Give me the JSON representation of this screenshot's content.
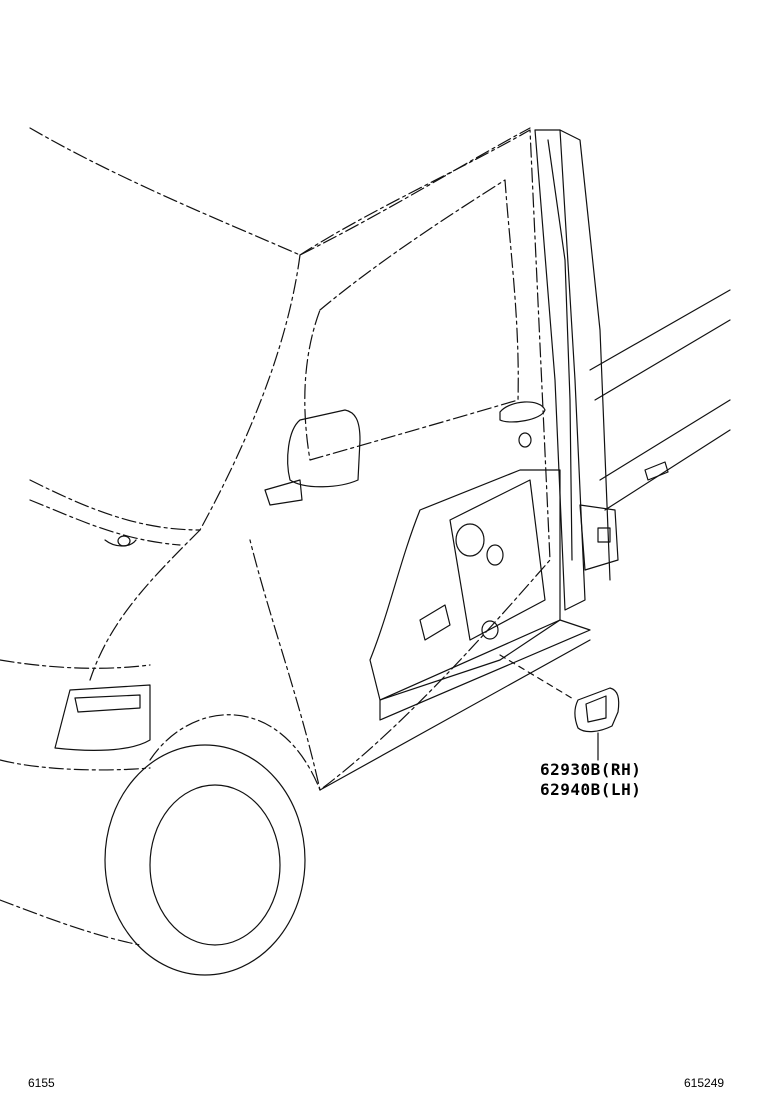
{
  "diagram": {
    "callouts": [
      {
        "part_number": "62930B(RH)"
      },
      {
        "part_number": "62940B(LH)"
      }
    ],
    "footer": {
      "left_code": "6155",
      "right_code": "615249"
    },
    "highlighted_part": "lower-pillar-plug-hole-cover"
  }
}
